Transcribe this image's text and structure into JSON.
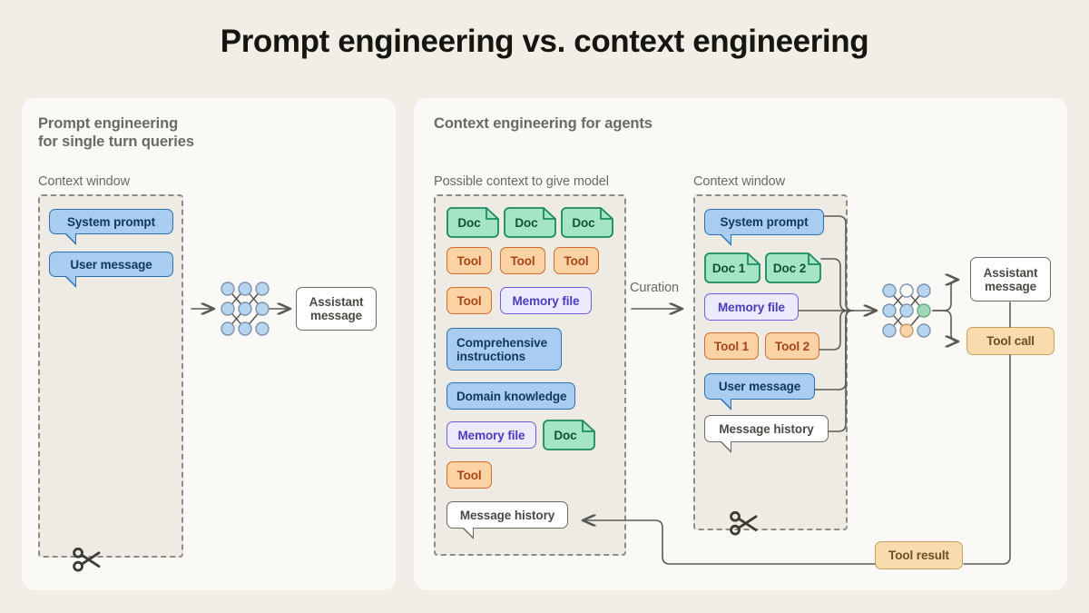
{
  "title": "Prompt engineering vs. context engineering",
  "theme": {
    "page_bg": "#f0eee6",
    "panel_bg": "#faf9f5",
    "ctx_bg": "#edebe4",
    "dash_border": "#8c8b84",
    "blue": "#a8cdf0",
    "blue_border": "#2e6fb0",
    "green": "#a5e5c6",
    "green_border": "#1a8a5d",
    "orange": "#fbd3a4",
    "orange_border": "#d96a2b",
    "purple": "#ecebfd",
    "purple_border": "#6f5de0",
    "tan": "#f8dcae",
    "tan_border": "#c9a062",
    "line": "#5a5a54",
    "text_muted": "#6a6a63",
    "title_color": "#16150f"
  },
  "left_panel": {
    "heading": "Prompt engineering\nfor single turn queries",
    "context_label": "Context window",
    "items": [
      {
        "label": "System prompt",
        "kind": "blue-bubble"
      },
      {
        "label": "User message",
        "kind": "blue-bubble"
      }
    ],
    "output": {
      "label": "Assistant\nmessage",
      "kind": "white"
    },
    "scissors_icon": "scissors-icon"
  },
  "right_panel": {
    "heading": "Context engineering for agents",
    "possible_label": "Possible context to give model",
    "context_label": "Context window",
    "curation_label": "Curation",
    "possible_items": [
      {
        "label": "Doc",
        "kind": "doc"
      },
      {
        "label": "Doc",
        "kind": "doc"
      },
      {
        "label": "Doc",
        "kind": "doc"
      },
      {
        "label": "Tool",
        "kind": "orange"
      },
      {
        "label": "Tool",
        "kind": "orange"
      },
      {
        "label": "Tool",
        "kind": "orange"
      },
      {
        "label": "Tool",
        "kind": "orange"
      },
      {
        "label": "Memory file",
        "kind": "purple"
      },
      {
        "label": "Comprehensive instructions",
        "kind": "blue"
      },
      {
        "label": "Domain knowledge",
        "kind": "blue"
      },
      {
        "label": "Memory file",
        "kind": "purple"
      },
      {
        "label": "Doc",
        "kind": "doc"
      },
      {
        "label": "Tool",
        "kind": "orange"
      },
      {
        "label": "Message history",
        "kind": "white-bubble"
      }
    ],
    "context_items": [
      {
        "label": "System prompt",
        "kind": "blue-bubble"
      },
      {
        "label": "Doc 1",
        "kind": "doc"
      },
      {
        "label": "Doc 2",
        "kind": "doc"
      },
      {
        "label": "Memory file",
        "kind": "purple"
      },
      {
        "label": "Tool 1",
        "kind": "orange"
      },
      {
        "label": "Tool 2",
        "kind": "orange"
      },
      {
        "label": "User message",
        "kind": "blue-bubble"
      },
      {
        "label": "Message history",
        "kind": "white-bubble"
      }
    ],
    "outputs": [
      {
        "label": "Assistant\nmessage",
        "kind": "white"
      },
      {
        "label": "Tool call",
        "kind": "tan"
      }
    ],
    "tool_result": {
      "label": "Tool result",
      "kind": "tan"
    },
    "scissors_icon": "scissors-icon"
  }
}
